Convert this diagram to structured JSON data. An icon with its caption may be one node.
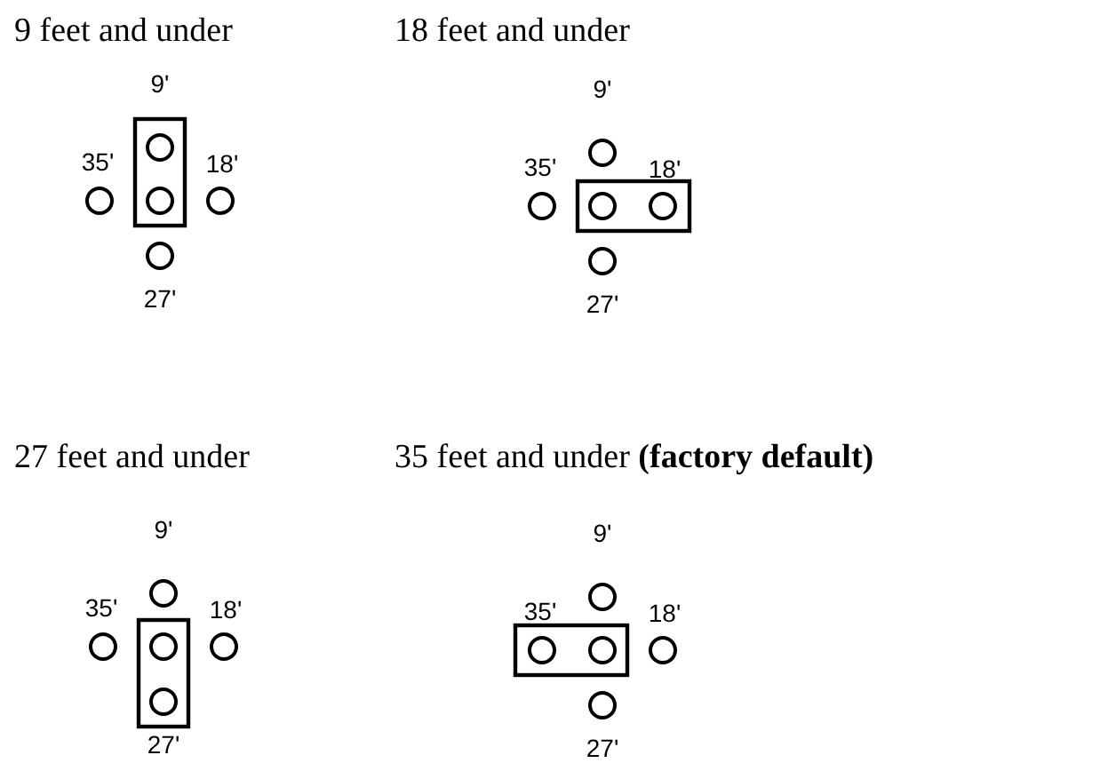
{
  "diagram": {
    "labels": [
      "9 feet and under",
      "18 feet and under",
      "9'",
      "35'",
      "18'",
      "27'",
      "9'",
      "35'",
      "18'",
      "27'",
      "27 feet and under",
      "35 feet and under **(factory default)**",
      "9'",
      "35'",
      "18'",
      "27'",
      "9'",
      "35'",
      "18'",
      "27'"
    ]
  }
}
